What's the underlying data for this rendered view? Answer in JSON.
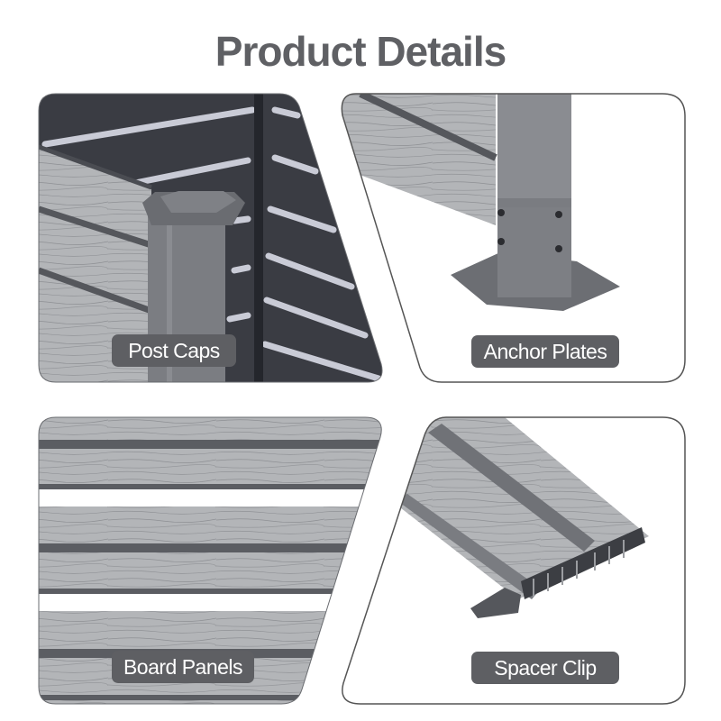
{
  "page": {
    "title": "Product Details"
  },
  "panels": [
    {
      "label": "Post Caps",
      "subject": "post-cap"
    },
    {
      "label": "Anchor Plates",
      "subject": "anchor-plate"
    },
    {
      "label": "Board Panels",
      "subject": "board-panels"
    },
    {
      "label": "Spacer Clip",
      "subject": "spacer-clip"
    }
  ],
  "colors": {
    "title_text": "#5f6064",
    "label_bg": "#5e5f63",
    "label_text": "#ffffff",
    "panel_outline": "#555555",
    "board_gray": "#a9abae",
    "post_gray": "#7d7f84",
    "dark_bg": "#2c2e35"
  }
}
